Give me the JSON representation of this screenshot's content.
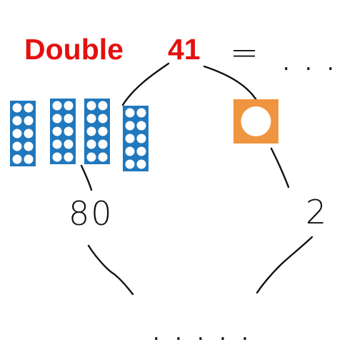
{
  "title": {
    "word": "Double",
    "number": "41",
    "color": "#e3110f"
  },
  "equation": {
    "equals": "=",
    "result_dots": ". . ."
  },
  "partition": {
    "tens_label": "80",
    "ones_label": "2",
    "result_dots": ". . . . ."
  },
  "manipulatives": {
    "ten_frame_count": 4,
    "ten_frame_color": "#2178bd",
    "one_counter_count": 1,
    "one_counter_color": "#f0953f"
  }
}
